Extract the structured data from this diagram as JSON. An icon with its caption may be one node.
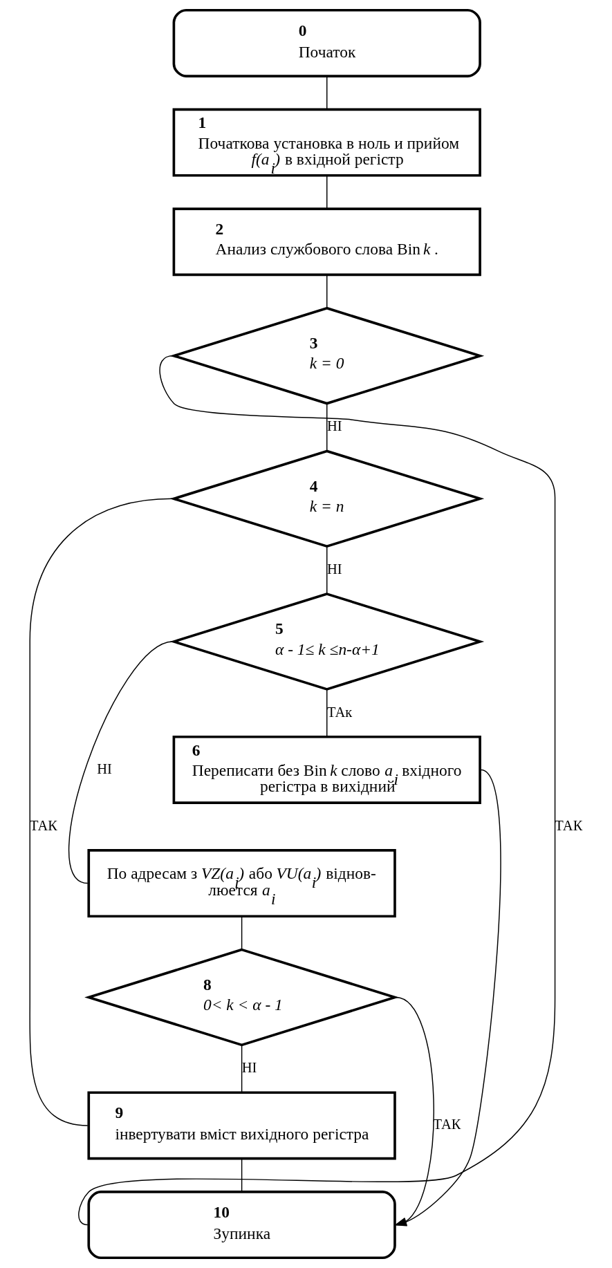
{
  "diagram": {
    "nodes": [
      {
        "text": [
          "0",
          "Початок"
        ]
      },
      {
        "text": [
          "1",
          "Початкова установка в ноль и прийом *f(a$_{i}$)* в вхідной регістр"
        ]
      },
      {
        "text": [
          "2",
          "Анализ службового слова Bin *k* ."
        ]
      },
      {
        "text": [
          "3",
          "k = 0"
        ]
      },
      {
        "text": [
          "4",
          "k = n"
        ]
      },
      {
        "text": [
          "5",
          "α - 1≤ k ≤n-α+1"
        ]
      },
      {
        "text": [
          "6",
          "Переписати без Bin *k* слово *a$_{i}$* вхідного регістра в вихідний"
        ]
      },
      {
        "text": [
          "По адресам з *VZ(a$_{i}$)* або *VU(a$_{i}$)* віднов- люется *a$_{i}$*"
        ]
      },
      {
        "text": [
          "8",
          "0< k < α - 1"
        ]
      },
      {
        "text": [
          "9",
          "інвертувати вміст вихідного регістра"
        ]
      },
      {
        "text": [
          "10",
          "Зупинка"
        ]
      }
    ],
    "edges": [
      {
        "from": 0,
        "to": 1,
        "arrow": "none"
      },
      {
        "from": 1,
        "to": 2,
        "arrow": "none"
      },
      {
        "from": 2,
        "to": 3,
        "arrow": "none"
      },
      {
        "from": 3,
        "to": 10,
        "arrow": "none",
        "label": "ТАК"
      },
      {
        "from": 3,
        "to": 4,
        "arrow": "none",
        "label": "НІ"
      },
      {
        "from": 4,
        "to": 9,
        "arrow": "none",
        "label": "ТАК"
      },
      {
        "from": 4,
        "to": 5,
        "arrow": "none",
        "label": "НІ"
      },
      {
        "from": 5,
        "to": 7,
        "arrow": "none",
        "label": "НІ"
      },
      {
        "from": 5,
        "to": 6,
        "arrow": "none",
        "label": "ТАк"
      },
      {
        "from": 6,
        "to": 10,
        "arrow": "to"
      },
      {
        "from": 7,
        "to": 8,
        "arrow": "none"
      },
      {
        "from": 8,
        "to": 10,
        "arrow": "to",
        "label": "ТАК"
      },
      {
        "from": 8,
        "to": 9,
        "arrow": "none",
        "label": "НІ"
      },
      {
        "from": 9,
        "to": 10,
        "arrow": "none"
      }
    ]
  }
}
